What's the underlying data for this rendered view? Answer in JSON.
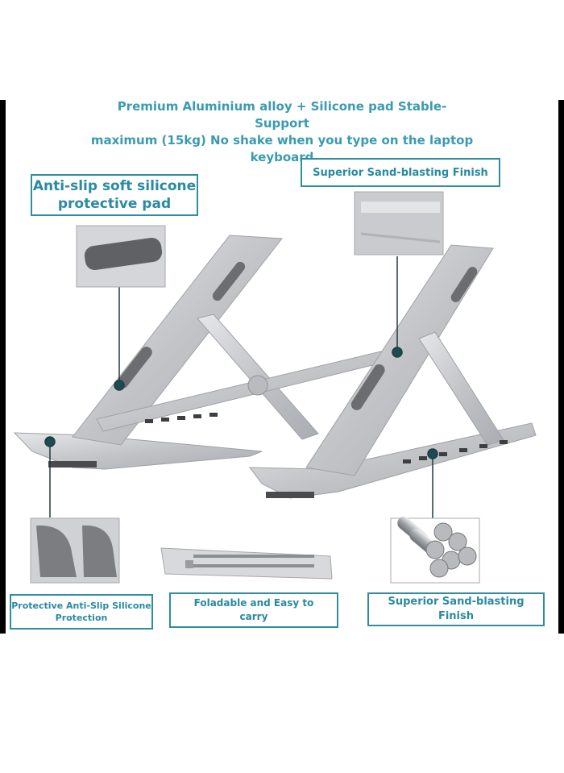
{
  "headline": {
    "line1": "Premium Aluminium alloy + Silicone pad Stable- Support",
    "line2": "maximum (15kg) No shake when you type on the laptop",
    "line3": "keyboard"
  },
  "callouts": {
    "silicone_pad": {
      "line1": "Anti-slip soft silicone",
      "line2": "protective pad"
    },
    "finish_top": "Superior Sand-blasting Finish",
    "protection": {
      "line1": "Protective Anti-Slip Silicone",
      "line2": "Protection"
    },
    "foldable": {
      "line1": "Foladable and Easy to",
      "line2": "carry"
    },
    "finish_bottom": {
      "line1": "Superior Sand-blasting",
      "line2": "Finish"
    }
  },
  "colors": {
    "accent": "#2e8ea0",
    "text": "#3a9bb0",
    "metal": "#c9cbcf",
    "pad": "#6b6d70"
  }
}
